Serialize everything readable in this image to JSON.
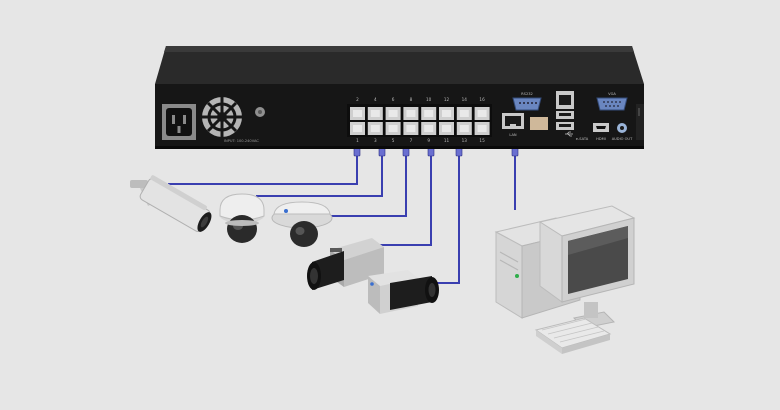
{
  "colors": {
    "background": "#e6e6e6",
    "cable": "#3a3fb0",
    "nvr_body": "#161616",
    "port_grey": "#cfcfcf"
  },
  "nvr": {
    "power_input_label": "INPUT: 100-240VAC",
    "port_numbers_top": [
      "2",
      "4",
      "6",
      "8",
      "10",
      "12",
      "14",
      "16"
    ],
    "port_numbers_bottom": [
      "1",
      "3",
      "5",
      "7",
      "9",
      "11",
      "13",
      "15"
    ],
    "port_labels": {
      "rs232": "RS232",
      "lan": "LAN",
      "usb": "USB",
      "esata": "e-SATA",
      "vga": "VGA",
      "hdmi": "HDMI",
      "audio_out": "AUDIO OUT"
    },
    "icons": [
      "iec-power-inlet-icon",
      "cooling-fan-icon",
      "ground-screw-icon",
      "usb-icon"
    ]
  },
  "devices": [
    "bullet-camera",
    "dome-camera",
    "dome-camera",
    "box-camera",
    "box-camera",
    "desktop-computer"
  ]
}
